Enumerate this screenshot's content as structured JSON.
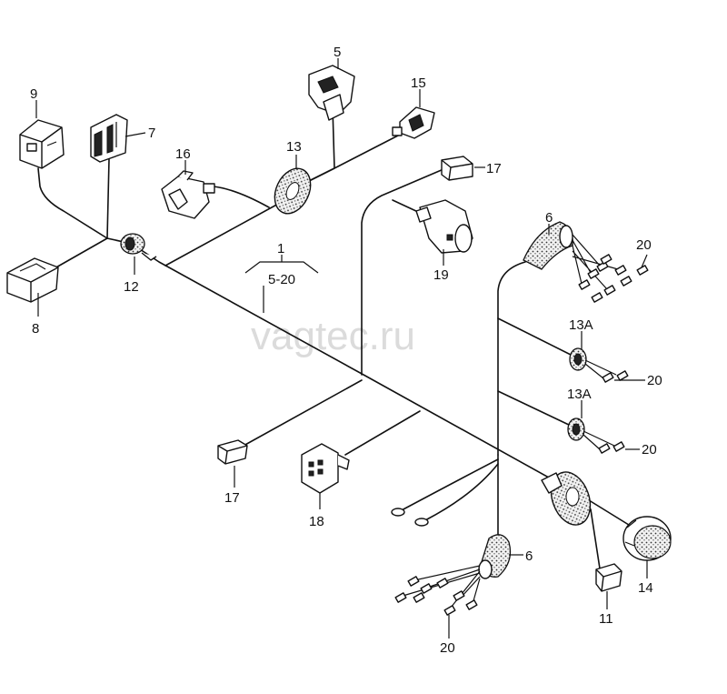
{
  "watermark": "vagtec.ru",
  "labels": {
    "l1": "1",
    "l1_range": "5-20",
    "l5": "5",
    "l6a": "6",
    "l6b": "6",
    "l7": "7",
    "l8": "8",
    "l9": "9",
    "l11": "11",
    "l12": "12",
    "l13": "13",
    "l13a1": "13A",
    "l13a2": "13A",
    "l14": "14",
    "l15": "15",
    "l16": "16",
    "l17a": "17",
    "l17b": "17",
    "l18": "18",
    "l19": "19",
    "l20a": "20",
    "l20b": "20",
    "l20c": "20",
    "l20d": "20"
  }
}
